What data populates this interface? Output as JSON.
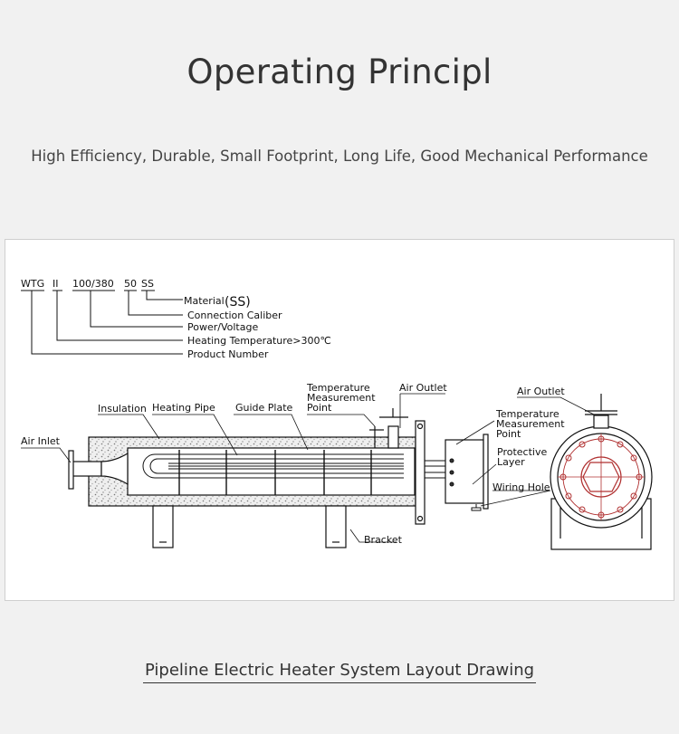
{
  "title": "Operating Principl",
  "subtitle": "High Efficiency, Durable, Small Footprint, Long Life, Good Mechanical Performance",
  "model_code": {
    "prefix": "WTG",
    "roman": "II",
    "voltage": "100/380",
    "caliber": "50",
    "material": "SS"
  },
  "legend": {
    "material": "Material",
    "material_ss": "(SS)",
    "connection": "Connection Caliber",
    "power": "Power/Voltage",
    "heating_temp": "Heating Temperature>300℃",
    "product_number": "Product Number"
  },
  "labels": {
    "insulation": "Insulation",
    "heating_pipe": "Heating Pipe",
    "guide_plate": "Guide Plate",
    "temp_point_1": "Temperature",
    "temp_point_2": "Measurement",
    "temp_point_3": "Point",
    "air_outlet": "Air Outlet",
    "air_inlet": "Air Inlet",
    "bracket": "Bracket",
    "air_outlet_right": "Air Outlet",
    "temp_right_1": "Temperature",
    "temp_right_2": "Measurement",
    "temp_right_3": "Point",
    "protective_1": "Protective",
    "protective_2": "Layer",
    "wiring_hole": "Wiring Hole"
  },
  "caption": "Pipeline Electric Heater System Layout Drawing",
  "colors": {
    "background": "#f1f1f1",
    "panel": "#ffffff",
    "flange_accent": "#b03030"
  }
}
